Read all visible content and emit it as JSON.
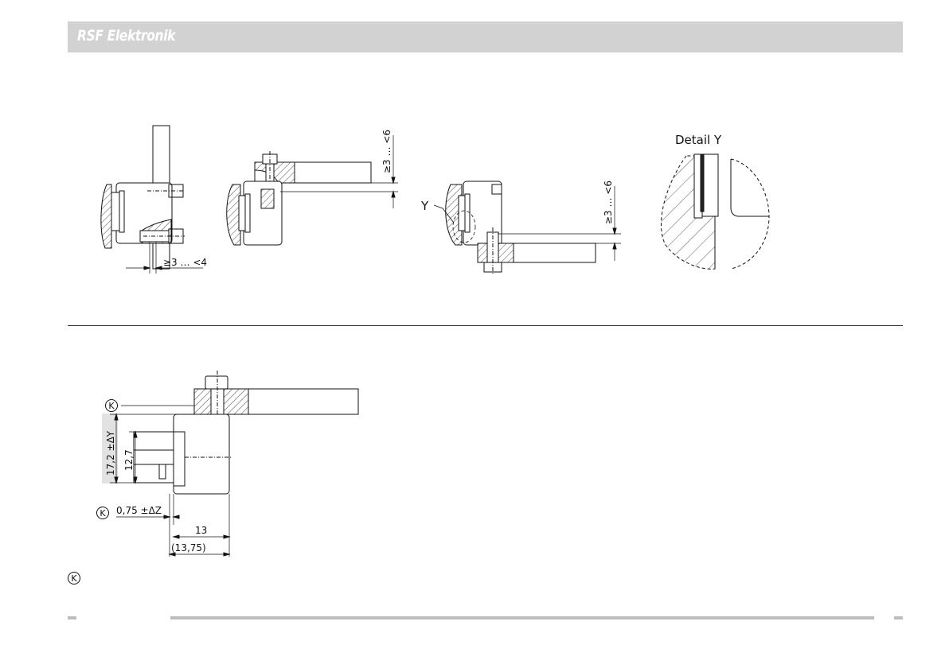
{
  "header": {
    "brand": "RSF Elektronik",
    "background": "#d2d2d2",
    "brand_color": "#ffffff"
  },
  "top_views": {
    "view1": {
      "gap_label": "≥3 … <4"
    },
    "view2": {
      "gap_label": "≥3 … <6"
    },
    "view3": {
      "gap_label": "≥3 … <6",
      "detail_marker": "Y"
    },
    "view4": {
      "title": "Detail Y"
    }
  },
  "bottom_view": {
    "k_marker": "K",
    "dim_height_outer": "17,2 ±ΔY",
    "dim_height_inner": "12,7",
    "dim_offset": "0,75 ±ΔZ",
    "dim_width": "13",
    "dim_width_total": "(13,75)"
  },
  "legend": {
    "k_marker": "K"
  }
}
